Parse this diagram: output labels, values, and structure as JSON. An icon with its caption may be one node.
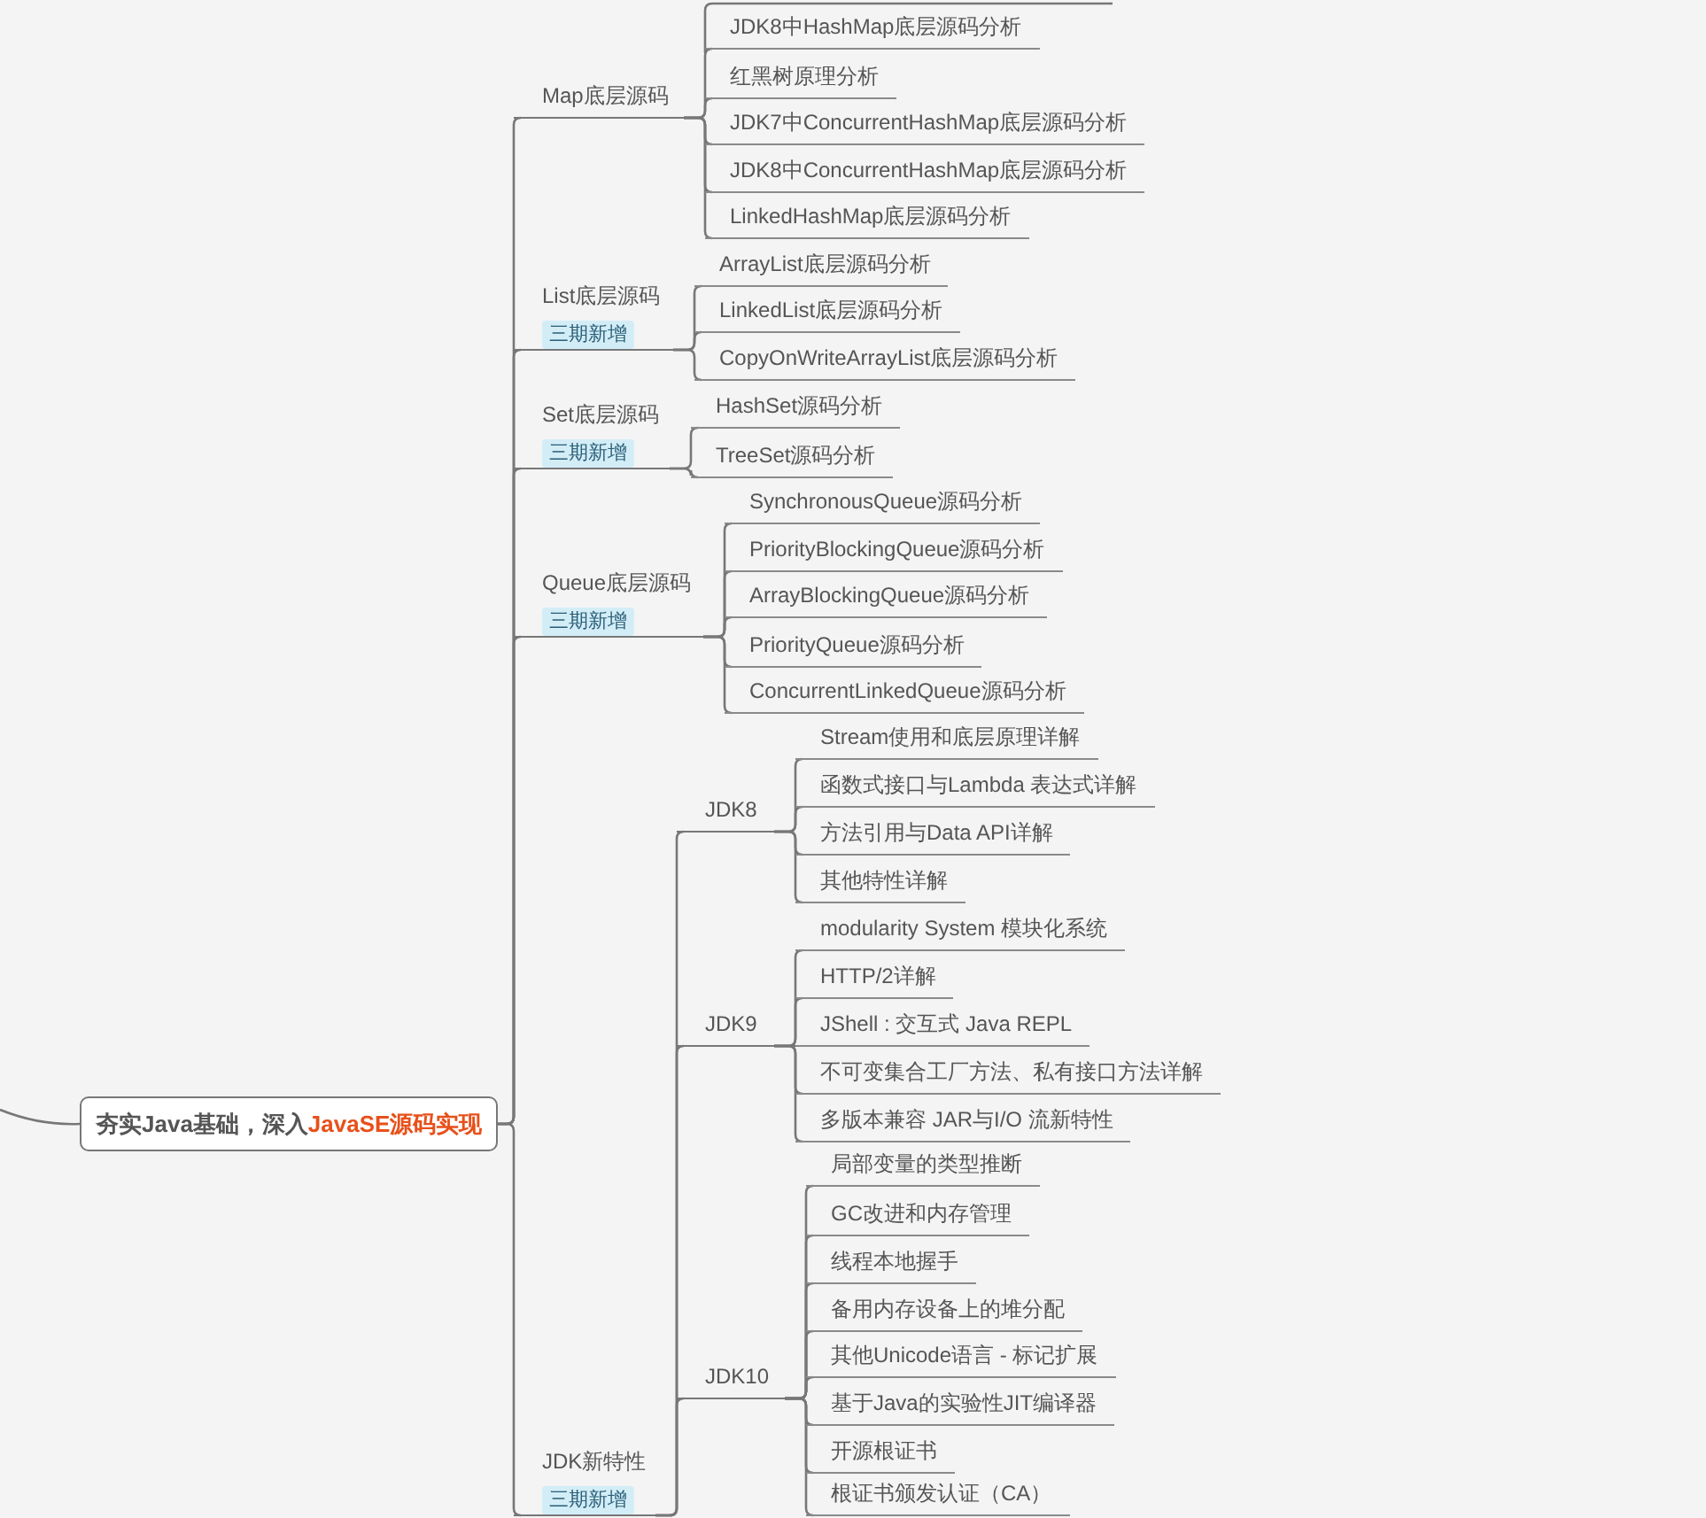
{
  "diagram": {
    "nodes": [
      {
        "text": [
          "夯实Java基础，深入",
          "JavaSE源码实现"
        ]
      },
      {
        "text": [
          "Map底层源码"
        ]
      },
      {
        "text": [
          "JDK8中HashMap底层源码分析"
        ]
      },
      {
        "text": [
          "红黑树原理分析"
        ]
      },
      {
        "text": [
          "JDK7中ConcurrentHashMap底层源码分析"
        ]
      },
      {
        "text": [
          "JDK8中ConcurrentHashMap底层源码分析"
        ]
      },
      {
        "text": [
          "LinkedHashMap底层源码分析"
        ]
      },
      {
        "text": [
          "List底层源码",
          "三期新增"
        ]
      },
      {
        "text": [
          "ArrayList底层源码分析"
        ]
      },
      {
        "text": [
          "LinkedList底层源码分析"
        ]
      },
      {
        "text": [
          "CopyOnWriteArrayList底层源码分析"
        ]
      },
      {
        "text": [
          "Set底层源码",
          "三期新增"
        ]
      },
      {
        "text": [
          "HashSet源码分析"
        ]
      },
      {
        "text": [
          "TreeSet源码分析"
        ]
      },
      {
        "text": [
          "Queue底层源码",
          "三期新增"
        ]
      },
      {
        "text": [
          "SynchronousQueue源码分析"
        ]
      },
      {
        "text": [
          "PriorityBlockingQueue源码分析"
        ]
      },
      {
        "text": [
          "ArrayBlockingQueue源码分析"
        ]
      },
      {
        "text": [
          "PriorityQueue源码分析"
        ]
      },
      {
        "text": [
          "ConcurrentLinkedQueue源码分析"
        ]
      },
      {
        "text": [
          "JDK新特性",
          "三期新增"
        ]
      },
      {
        "text": [
          "JDK8"
        ]
      },
      {
        "text": [
          "Stream使用和底层原理详解"
        ]
      },
      {
        "text": [
          "函数式接口与Lambda 表达式详解"
        ]
      },
      {
        "text": [
          "方法引用与Data API详解"
        ]
      },
      {
        "text": [
          "其他特性详解"
        ]
      },
      {
        "text": [
          "JDK9"
        ]
      },
      {
        "text": [
          "modularity System 模块化系统"
        ]
      },
      {
        "text": [
          "HTTP/2详解"
        ]
      },
      {
        "text": [
          "JShell : 交互式 Java REPL"
        ]
      },
      {
        "text": [
          "不可变集合工厂方法、私有接口方法详解"
        ]
      },
      {
        "text": [
          "多版本兼容 JAR与I/O 流新特性"
        ]
      },
      {
        "text": [
          "JDK10"
        ]
      },
      {
        "text": [
          "局部变量的类型推断"
        ]
      },
      {
        "text": [
          "GC改进和内存管理"
        ]
      },
      {
        "text": [
          "线程本地握手"
        ]
      },
      {
        "text": [
          "备用内存设备上的堆分配"
        ]
      },
      {
        "text": [
          "其他Unicode语言 - 标记扩展"
        ]
      },
      {
        "text": [
          "基于Java的实验性JIT编译器"
        ]
      },
      {
        "text": [
          "开源根证书"
        ]
      },
      {
        "text": [
          "根证书颁发认证（CA）"
        ]
      }
    ],
    "edges": [
      {
        "from": null,
        "to": 0,
        "arrow": "none"
      },
      {
        "from": 0,
        "to": 1,
        "arrow": "none"
      },
      {
        "from": 1,
        "to": 2,
        "arrow": "none"
      },
      {
        "from": 1,
        "to": 3,
        "arrow": "none"
      },
      {
        "from": 1,
        "to": 4,
        "arrow": "none"
      },
      {
        "from": 1,
        "to": 5,
        "arrow": "none"
      },
      {
        "from": 1,
        "to": 6,
        "arrow": "none"
      },
      {
        "from": 0,
        "to": 7,
        "arrow": "none"
      },
      {
        "from": 7,
        "to": 8,
        "arrow": "none"
      },
      {
        "from": 7,
        "to": 9,
        "arrow": "none"
      },
      {
        "from": 7,
        "to": 10,
        "arrow": "none"
      },
      {
        "from": 0,
        "to": 11,
        "arrow": "none"
      },
      {
        "from": 11,
        "to": 12,
        "arrow": "none"
      },
      {
        "from": 11,
        "to": 13,
        "arrow": "none"
      },
      {
        "from": 0,
        "to": 14,
        "arrow": "none"
      },
      {
        "from": 14,
        "to": 15,
        "arrow": "none"
      },
      {
        "from": 14,
        "to": 16,
        "arrow": "none"
      },
      {
        "from": 14,
        "to": 17,
        "arrow": "none"
      },
      {
        "from": 14,
        "to": 18,
        "arrow": "none"
      },
      {
        "from": 14,
        "to": 19,
        "arrow": "none"
      },
      {
        "from": 0,
        "to": 20,
        "arrow": "none"
      },
      {
        "from": 20,
        "to": 21,
        "arrow": "none"
      },
      {
        "from": 21,
        "to": 22,
        "arrow": "none"
      },
      {
        "from": 21,
        "to": 23,
        "arrow": "none"
      },
      {
        "from": 21,
        "to": 24,
        "arrow": "none"
      },
      {
        "from": 21,
        "to": 25,
        "arrow": "none"
      },
      {
        "from": 20,
        "to": 26,
        "arrow": "none"
      },
      {
        "from": 26,
        "to": 27,
        "arrow": "none"
      },
      {
        "from": 26,
        "to": 28,
        "arrow": "none"
      },
      {
        "from": 26,
        "to": 29,
        "arrow": "none"
      },
      {
        "from": 26,
        "to": 30,
        "arrow": "none"
      },
      {
        "from": 26,
        "to": 31,
        "arrow": "none"
      },
      {
        "from": 20,
        "to": 32,
        "arrow": "none"
      },
      {
        "from": 32,
        "to": 33,
        "arrow": "none"
      },
      {
        "from": 32,
        "to": 34,
        "arrow": "none"
      },
      {
        "from": 32,
        "to": 35,
        "arrow": "none"
      },
      {
        "from": 32,
        "to": 36,
        "arrow": "none"
      },
      {
        "from": 32,
        "to": 37,
        "arrow": "none"
      },
      {
        "from": 32,
        "to": 38,
        "arrow": "none"
      },
      {
        "from": 32,
        "to": 39,
        "arrow": "none"
      },
      {
        "from": 32,
        "to": 40,
        "arrow": "none"
      }
    ]
  }
}
